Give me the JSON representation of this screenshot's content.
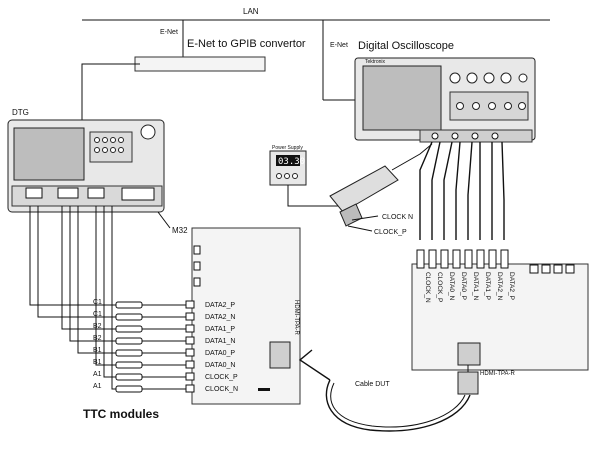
{
  "labels": {
    "lan": "LAN",
    "enet_left": "E-Net",
    "enet_right": "E-Net",
    "converter": "E-Net to GPIB convertor",
    "oscilloscope": "Digital Oscilloscope",
    "dtg": "DTG",
    "m32": "M32",
    "power_supply": "Power Supply",
    "power_value": "03.30",
    "clock_n": "CLOCK N",
    "clock_p": "CLOCK_P",
    "cable_dut": "Cable DUT",
    "ttc_modules": "TTC modules",
    "fixture_left": "HDMI-TPA-R",
    "fixture_right": "HDMI-TPA-R",
    "scope_brand": "Tektronix"
  },
  "left_fixture_signals": [
    "DATA2_P",
    "DATA2_N",
    "DATA1_P",
    "DATA1_N",
    "DATA0_P",
    "DATA0_N",
    "CLOCK_P",
    "CLOCK_N"
  ],
  "ttc_channels": [
    "C1",
    "C1",
    "B2",
    "B2",
    "B1",
    "B1",
    "A1",
    "A1"
  ],
  "right_fixture_signals": [
    "CLOCK_N",
    "CLOCK_P",
    "DATA0_N",
    "DATA0_P",
    "DATA1_N",
    "DATA1_P",
    "DATA2_N",
    "DATA2_P"
  ]
}
